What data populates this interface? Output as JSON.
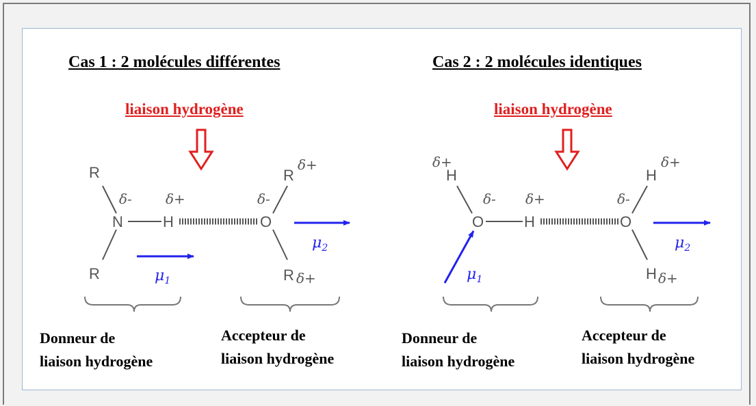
{
  "case1": {
    "title": "Cas 1 : 2 molécules différentes",
    "bond_label": "liaison hydrogène",
    "donor": {
      "line1": "Donneur de",
      "line2": "liaison hydrogène"
    },
    "acceptor": {
      "line1": "Accepteur de",
      "line2": "liaison hydrogène"
    },
    "atoms": {
      "r_top_left": "R",
      "n": "N",
      "r_bottom_left": "R",
      "h": "H",
      "o": "O",
      "r_top_right": "R",
      "r_bottom_right": "R"
    },
    "charges": {
      "n": "δ-",
      "h": "δ+",
      "o": "δ-",
      "r_top_right": "δ+",
      "r_bottom_right": "δ+"
    },
    "dipoles": {
      "mu1": "μ",
      "mu1_sub": "1",
      "mu2": "μ",
      "mu2_sub": "2"
    }
  },
  "case2": {
    "title": "Cas 2 : 2 molécules identiques",
    "bond_label": "liaison hydrogène",
    "donor": {
      "line1": "Donneur de",
      "line2": "liaison hydrogène"
    },
    "acceptor": {
      "line1": "Accepteur de",
      "line2": "liaison hydrogène"
    },
    "atoms": {
      "h_top_left": "H",
      "o_left": "O",
      "h_mid": "H",
      "o_right": "O",
      "h_top_right": "H",
      "h_bottom_right": "H"
    },
    "charges": {
      "h_top_left": "δ+",
      "o_left": "δ-",
      "h_mid": "δ+",
      "o_right": "δ-",
      "h_top_right": "δ+",
      "h_bottom_right": "δ+"
    },
    "dipoles": {
      "mu1": "μ",
      "mu1_sub": "1",
      "mu2": "μ",
      "mu2_sub": "2"
    }
  },
  "colors": {
    "bond_label": "#e02020",
    "dipole": "#2222ee",
    "atoms": "#555555"
  }
}
